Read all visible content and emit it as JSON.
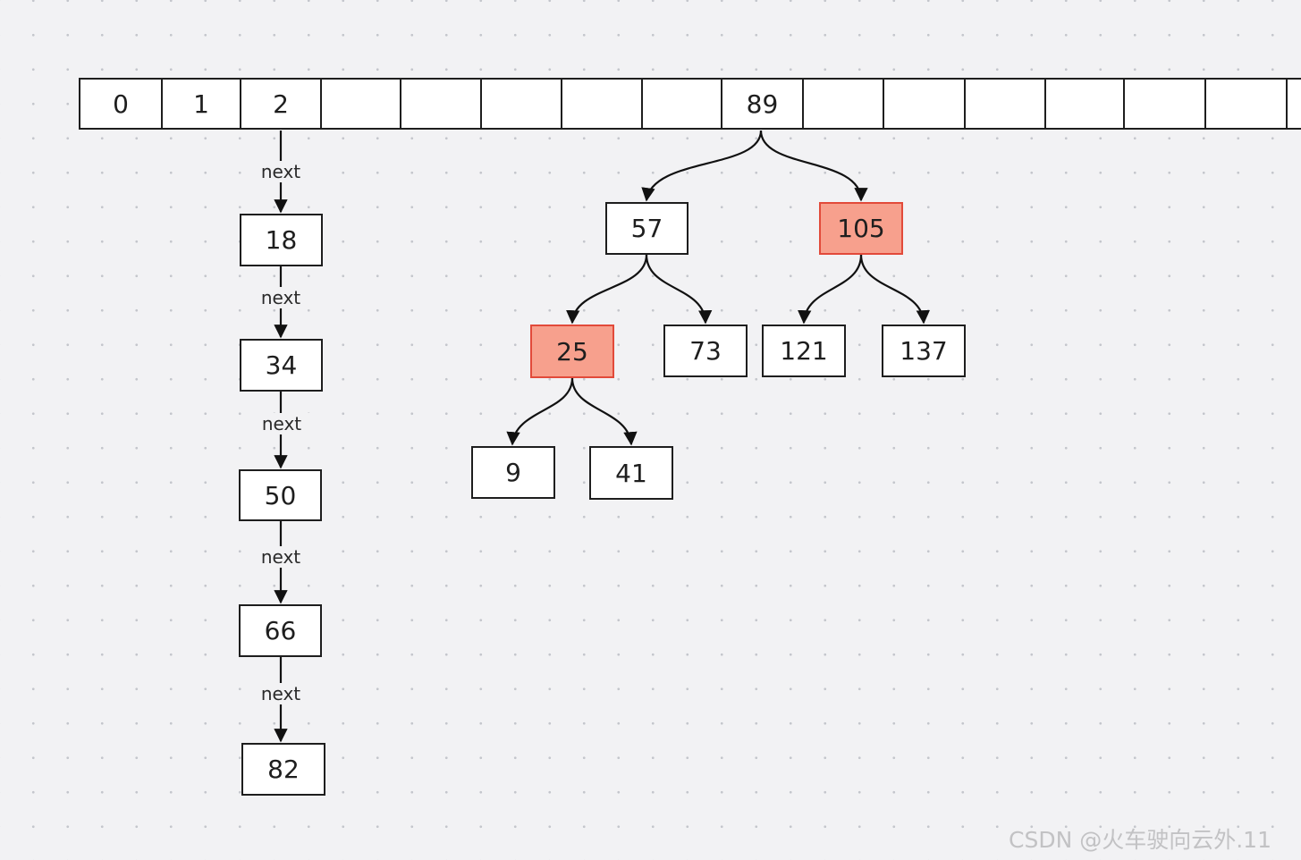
{
  "array": {
    "cells": [
      "0",
      "1",
      "2",
      "",
      "",
      "",
      "",
      "",
      "89",
      "",
      "",
      "",
      "",
      "",
      "",
      ""
    ]
  },
  "list": {
    "nodes": [
      "18",
      "34",
      "50",
      "66",
      "82"
    ],
    "link_label": "next"
  },
  "tree": {
    "root": "89",
    "level1": [
      "57",
      "105"
    ],
    "level2": [
      "25",
      "73",
      "121",
      "137"
    ],
    "level3": [
      "9",
      "41"
    ],
    "highlighted": [
      "105",
      "25"
    ]
  },
  "colors": {
    "highlight_fill": "#f7a08d",
    "highlight_border": "#e24a3a",
    "stroke": "#1e1e1e"
  },
  "watermark": "CSDN @火车驶向云外.11"
}
